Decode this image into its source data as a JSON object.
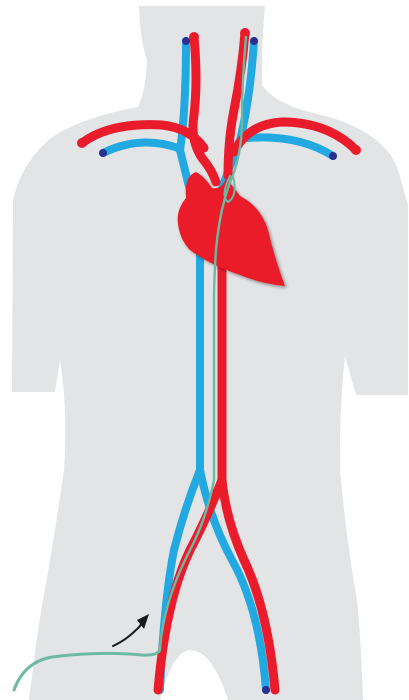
{
  "diagram": {
    "subject": "cardiovascular",
    "colors": {
      "background": "#ffffff",
      "body": "#e3e4e5",
      "artery": "#ea1c2c",
      "vein": "#22a9e1",
      "vein_cap": "#2b2f8f",
      "catheter": "#6db9a1",
      "arrow": "#1a1a1a"
    },
    "components": [
      {
        "name": "heart",
        "vessel_type": "organ"
      },
      {
        "name": "aorta",
        "vessel_type": "artery"
      },
      {
        "name": "carotid-artery-right",
        "vessel_type": "artery"
      },
      {
        "name": "carotid-artery-left",
        "vessel_type": "artery"
      },
      {
        "name": "subclavian-artery-right",
        "vessel_type": "artery"
      },
      {
        "name": "subclavian-artery-left",
        "vessel_type": "artery"
      },
      {
        "name": "femoral-artery-right",
        "vessel_type": "artery"
      },
      {
        "name": "femoral-artery-left",
        "vessel_type": "artery"
      },
      {
        "name": "jugular-vein-right",
        "vessel_type": "vein"
      },
      {
        "name": "jugular-vein-left",
        "vessel_type": "vein"
      },
      {
        "name": "subclavian-vein-right",
        "vessel_type": "vein"
      },
      {
        "name": "subclavian-vein-left",
        "vessel_type": "vein"
      },
      {
        "name": "vena-cava",
        "vessel_type": "vein"
      },
      {
        "name": "femoral-vein-right",
        "vessel_type": "vein"
      },
      {
        "name": "femoral-vein-left",
        "vessel_type": "vein"
      },
      {
        "name": "catheter",
        "vessel_type": "device"
      },
      {
        "name": "insertion-arrow",
        "vessel_type": "annotation"
      }
    ]
  }
}
